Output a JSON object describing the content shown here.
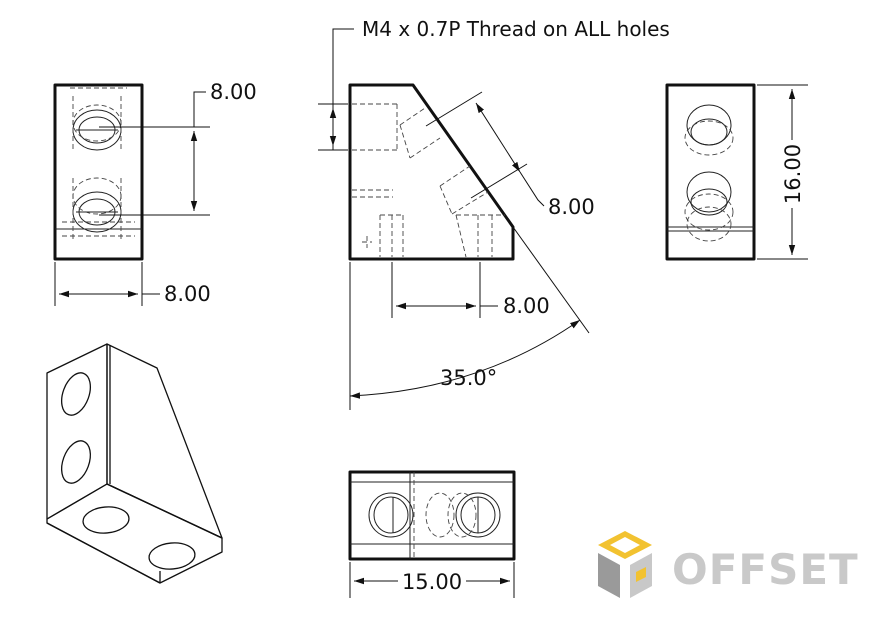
{
  "note": "M4 x 0.7P Thread on ALL holes",
  "dims": {
    "left_spacing": "8.00",
    "left_width": "8.00",
    "front_angled_spacing": "8.00",
    "front_horizontal": "8.00",
    "angle": "35.0°",
    "right_height": "16.00",
    "bottom_width": "15.00"
  },
  "logo": {
    "text": "OFFSET",
    "colors": {
      "top": "#f2c230",
      "left": "#9a9a9a",
      "right": "#c8c8c8",
      "text": "#c9c9c9"
    }
  }
}
